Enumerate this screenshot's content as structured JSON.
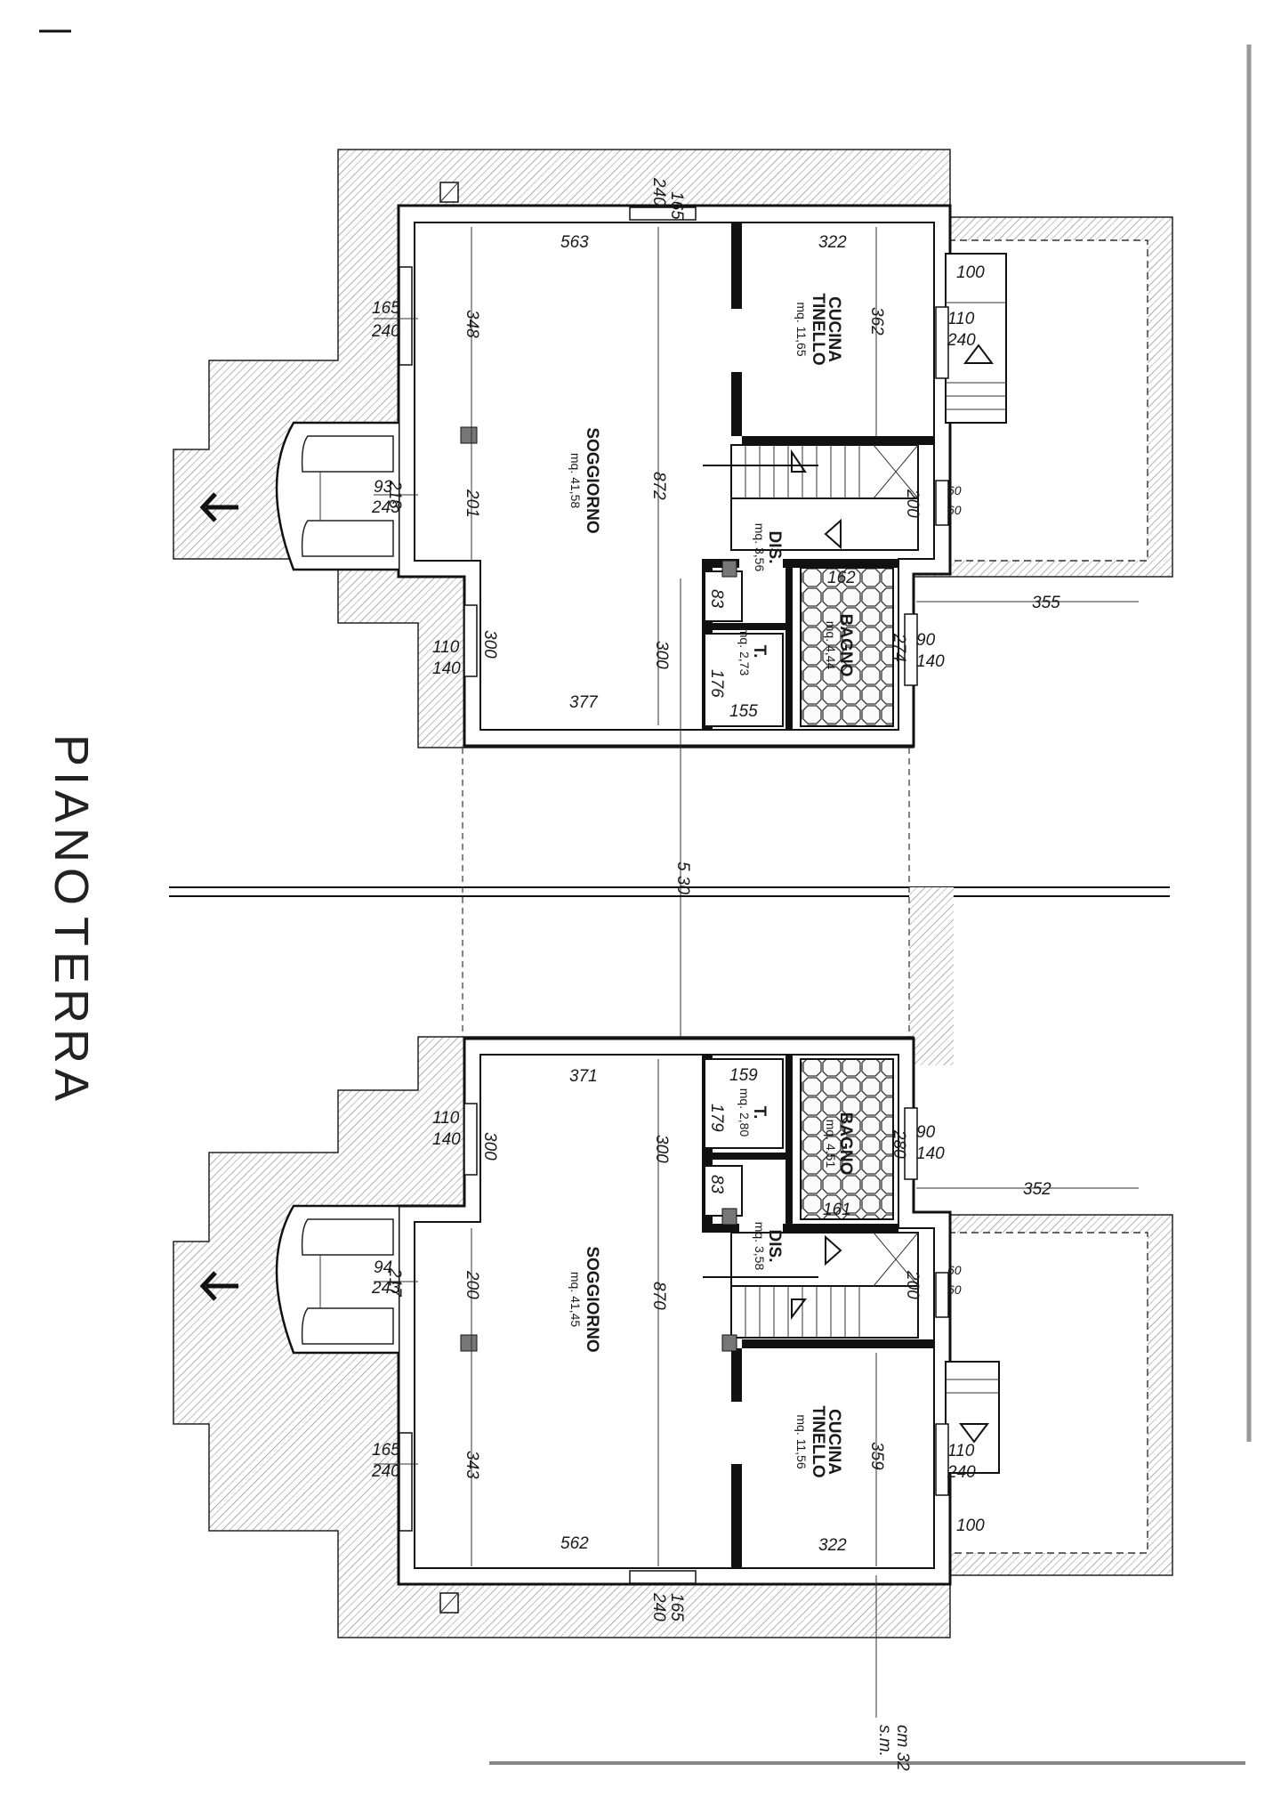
{
  "title": {
    "word1": "PIANO",
    "word2": "TERRA"
  },
  "separation": "5 30",
  "section_mark": {
    "line1": "s.m.",
    "line2": "cm 32"
  },
  "unit_a": {
    "soggiorno": {
      "name": "SOGGIORNO",
      "area": "mq. 41,58"
    },
    "cucina": {
      "name1": "CUCINA",
      "name2": "TINELLO",
      "area": "mq. 11,65"
    },
    "bagno": {
      "name": "BAGNO",
      "area": "mq. 4,44"
    },
    "dis": {
      "name": "DIS.",
      "area": "mq. 3,56"
    },
    "t": {
      "name": "T.",
      "area": "mq. 2,73"
    },
    "dims": {
      "d563": "563",
      "d322": "322",
      "d165": "165",
      "d240": "240",
      "d348": "348",
      "d362": "362",
      "d110": "110",
      "d100": "100",
      "d872": "872",
      "d218": "218",
      "d201": "201",
      "d93": "93",
      "d243": "243",
      "d200": "200",
      "d60a": "60",
      "d60b": "60",
      "d162": "162",
      "d83": "83",
      "d274": "274",
      "d300a": "300",
      "d300b": "300",
      "d176": "176",
      "d155": "155",
      "d377": "377",
      "d90": "90",
      "d140": "140",
      "d355": "355"
    }
  },
  "unit_b": {
    "soggiorno": {
      "name": "SOGGIORNO",
      "area": "mq. 41,45"
    },
    "cucina": {
      "name1": "CUCINA",
      "name2": "TINELLO",
      "area": "mq. 11,56"
    },
    "bagno": {
      "name": "BAGNO",
      "area": "mq. 4,51"
    },
    "dis": {
      "name": "DIS.",
      "area": "mq. 3,58"
    },
    "t": {
      "name": "T.",
      "area": "mq. 2,80"
    },
    "dims": {
      "d371": "371",
      "d159": "159",
      "d179": "179",
      "d280": "280",
      "d90": "90",
      "d140": "140",
      "d352": "352",
      "d110": "110",
      "d300a": "300",
      "d300b": "300",
      "d83": "83",
      "d161": "161",
      "d94": "94",
      "d243": "243",
      "d217": "217",
      "d200": "200",
      "d870": "870",
      "d60a": "60",
      "d60b": "60",
      "d165": "165",
      "d240": "240",
      "d343": "343",
      "d359": "359",
      "d562": "562",
      "d322": "322",
      "d100": "100"
    }
  }
}
